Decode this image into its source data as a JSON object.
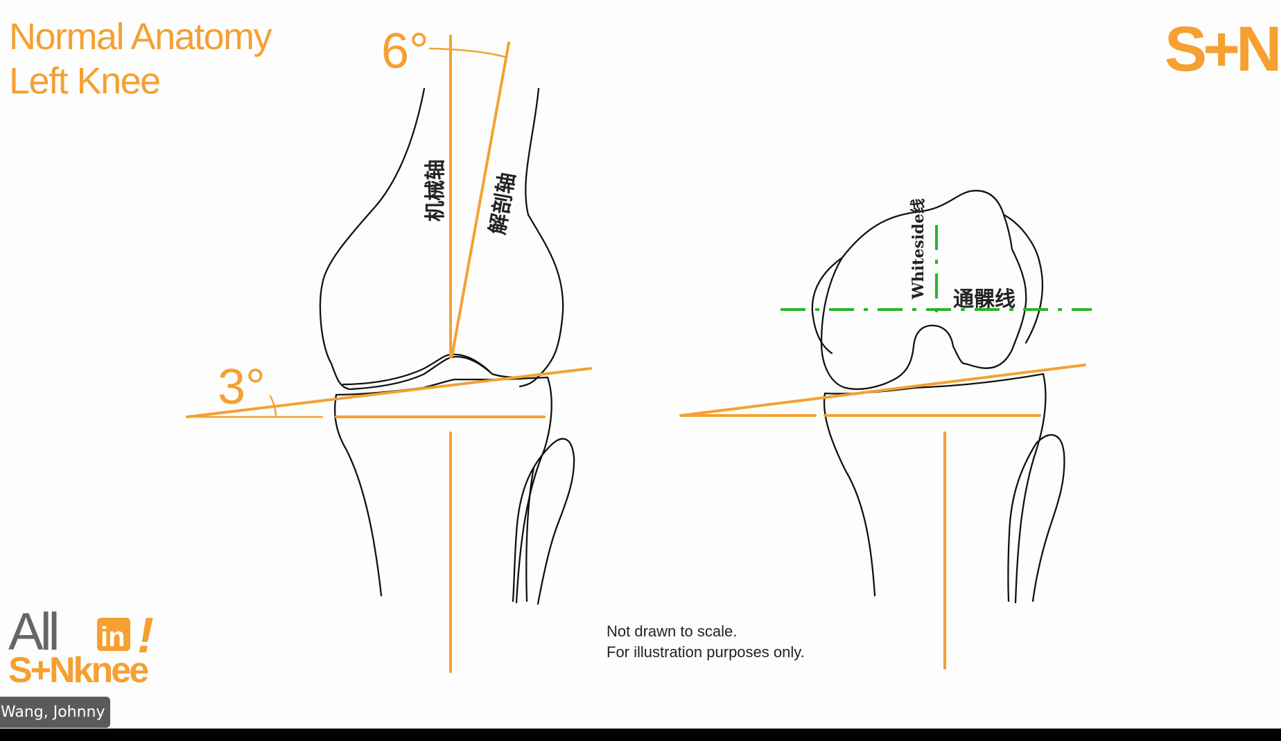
{
  "slide": {
    "title_line1": "Normal Anatomy",
    "title_line2": "Left Knee",
    "angle_top": "6°",
    "angle_left": "3°",
    "label_mechanical_axis": "机械轴",
    "label_anatomical_axis": "解剖轴",
    "label_whiteside": "Whiteside线",
    "label_transepicondylar": "通髁线",
    "note_line1": "Not drawn to scale.",
    "note_line2": "For illustration purposes only."
  },
  "branding": {
    "logo_top_right": "S+N",
    "logo_bottom_left_line1": "All",
    "logo_bottom_left_in": "in",
    "logo_bottom_left_bang": "!",
    "logo_bottom_left_line2": "S+Nknee"
  },
  "participant": {
    "name": "Wang, Johnny"
  },
  "colors": {
    "accent_orange": "#f5a031",
    "green_dash": "#2ab42a",
    "bone_outline": "#111111"
  }
}
